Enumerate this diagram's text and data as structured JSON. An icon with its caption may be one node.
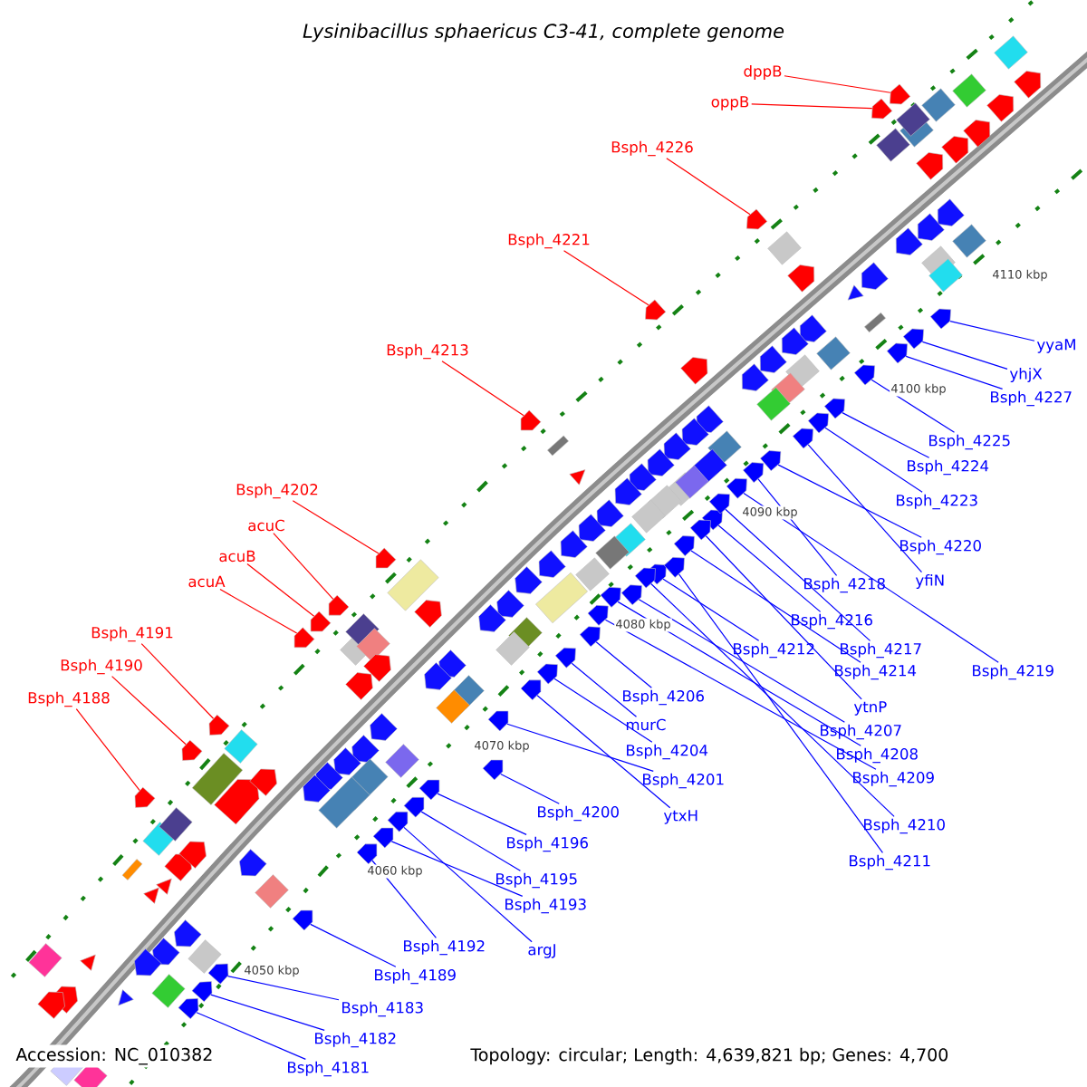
{
  "diagram": {
    "title": "Lysinibacillus sphaericus C3-41, complete genome",
    "nodes": [
      {
        "text": [
          "dppB"
        ]
      },
      {
        "text": [
          "oppB"
        ]
      },
      {
        "text": [
          "Bsph_4226"
        ]
      },
      {
        "text": [
          "Bsph_4221"
        ]
      },
      {
        "text": [
          "Bsph_4213"
        ]
      },
      {
        "text": [
          "Bsph_4202"
        ]
      },
      {
        "text": [
          "acuC"
        ]
      },
      {
        "text": [
          "acuB"
        ]
      },
      {
        "text": [
          "acuA"
        ]
      },
      {
        "text": [
          "Bsph_4191"
        ]
      },
      {
        "text": [
          "Bsph_4190"
        ]
      },
      {
        "text": [
          "Bsph_4188"
        ]
      },
      {
        "text": [
          "yyaM"
        ]
      },
      {
        "text": [
          "yhjX"
        ]
      },
      {
        "text": [
          "Bsph_4227"
        ]
      },
      {
        "text": [
          "Bsph_4225"
        ]
      },
      {
        "text": [
          "Bsph_4224"
        ]
      },
      {
        "text": [
          "Bsph_4223"
        ]
      },
      {
        "text": [
          "Bsph_4220"
        ]
      },
      {
        "text": [
          "yfiN"
        ]
      },
      {
        "text": [
          "Bsph_4218"
        ]
      },
      {
        "text": [
          "Bsph_4216"
        ]
      },
      {
        "text": [
          "Bsph_4217"
        ]
      },
      {
        "text": [
          "Bsph_4212"
        ]
      },
      {
        "text": [
          "Bsph_4219"
        ]
      },
      {
        "text": [
          "Bsph_4214"
        ]
      },
      {
        "text": [
          "Bsph_4206"
        ]
      },
      {
        "text": [
          "ytnP"
        ]
      },
      {
        "text": [
          "murC"
        ]
      },
      {
        "text": [
          "Bsph_4207"
        ]
      },
      {
        "text": [
          "Bsph_4204"
        ]
      },
      {
        "text": [
          "Bsph_4208"
        ]
      },
      {
        "text": [
          "Bsph_4201"
        ]
      },
      {
        "text": [
          "Bsph_4209"
        ]
      },
      {
        "text": [
          "Bsph_4200"
        ]
      },
      {
        "text": [
          "ytxH"
        ]
      },
      {
        "text": [
          "Bsph_4210"
        ]
      },
      {
        "text": [
          "Bsph_4196"
        ]
      },
      {
        "text": [
          "Bsph_4211"
        ]
      },
      {
        "text": [
          "Bsph_4195"
        ]
      },
      {
        "text": [
          "Bsph_4193"
        ]
      },
      {
        "text": [
          "Bsph_4192"
        ]
      },
      {
        "text": [
          "argJ"
        ]
      },
      {
        "text": [
          "Bsph_4189"
        ]
      },
      {
        "text": [
          "Bsph_4183"
        ]
      },
      {
        "text": [
          "Bsph_4182"
        ]
      },
      {
        "text": [
          "Bsph_4181"
        ]
      },
      {
        "text": [],
        "shape": "arrow"
      },
      {
        "text": [],
        "shape": "arrow"
      },
      {
        "text": [],
        "shape": "arrow"
      },
      {
        "text": [],
        "shape": "arrow"
      },
      {
        "text": [],
        "shape": "arrow"
      },
      {
        "text": [],
        "shape": "arrow"
      },
      {
        "text": [],
        "shape": "arrow"
      },
      {
        "text": [],
        "shape": "arrow"
      },
      {
        "text": [],
        "shape": "arrow"
      },
      {
        "text": [],
        "shape": "arrow"
      },
      {
        "text": [],
        "shape": "arrow"
      },
      {
        "text": [],
        "shape": "arrow"
      },
      {
        "text": [],
        "shape": "arrow"
      },
      {
        "text": [],
        "shape": "arrow"
      },
      {
        "text": [],
        "shape": "arrow"
      },
      {
        "text": [],
        "shape": "arrow"
      },
      {
        "text": [],
        "shape": "arrow"
      },
      {
        "text": [],
        "shape": "arrow"
      },
      {
        "text": [],
        "shape": "arrow"
      },
      {
        "text": [],
        "shape": "arrow"
      },
      {
        "text": [],
        "shape": "arrow"
      },
      {
        "text": [],
        "shape": "arrow"
      },
      {
        "text": [],
        "shape": "arrow"
      },
      {
        "text": [],
        "shape": "arrow"
      },
      {
        "text": [],
        "shape": "arrow"
      },
      {
        "text": [],
        "shape": "arrow"
      },
      {
        "text": [],
        "shape": "arrow"
      },
      {
        "text": [],
        "shape": "arrow"
      },
      {
        "text": [],
        "shape": "arrow"
      },
      {
        "text": [],
        "shape": "arrow"
      },
      {
        "text": [],
        "shape": "arrow"
      },
      {
        "text": [],
        "shape": "arrow"
      },
      {
        "text": [],
        "shape": "arrow"
      },
      {
        "text": [],
        "shape": "arrow"
      },
      {
        "text": [],
        "shape": "arrow"
      },
      {
        "text": [],
        "shape": "arrow"
      },
      {
        "text": [],
        "shape": "arrow"
      },
      {
        "text": [],
        "shape": "arrow"
      },
      {
        "text": [],
        "shape": "arrow"
      },
      {
        "text": [],
        "shape": "arrow"
      },
      {
        "text": [],
        "shape": "arrow"
      },
      {
        "text": [],
        "shape": "arrow"
      },
      {
        "text": [],
        "shape": "arrow"
      },
      {
        "text": [],
        "shape": "arrow"
      },
      {
        "text": [],
        "shape": "arrow"
      },
      {
        "text": [],
        "shape": "arrow"
      },
      {
        "text": [],
        "shape": "arrow"
      }
    ],
    "edges": [
      {
        "from": 0,
        "to": 47,
        "arrow": "none",
        "color": "#ff0000"
      },
      {
        "from": 1,
        "to": 48,
        "arrow": "none",
        "color": "#ff0000"
      },
      {
        "from": 2,
        "to": 49,
        "arrow": "none",
        "color": "#ff0000"
      },
      {
        "from": 3,
        "to": 50,
        "arrow": "none",
        "color": "#ff0000"
      },
      {
        "from": 4,
        "to": 51,
        "arrow": "none",
        "color": "#ff0000"
      },
      {
        "from": 5,
        "to": 52,
        "arrow": "none",
        "color": "#ff0000"
      },
      {
        "from": 6,
        "to": 53,
        "arrow": "none",
        "color": "#ff0000"
      },
      {
        "from": 7,
        "to": 54,
        "arrow": "none",
        "color": "#ff0000"
      },
      {
        "from": 8,
        "to": 55,
        "arrow": "none",
        "color": "#ff0000"
      },
      {
        "from": 9,
        "to": 56,
        "arrow": "none",
        "color": "#ff0000"
      },
      {
        "from": 10,
        "to": 57,
        "arrow": "none",
        "color": "#ff0000"
      },
      {
        "from": 11,
        "to": 58,
        "arrow": "none",
        "color": "#ff0000"
      },
      {
        "from": 12,
        "to": 59,
        "arrow": "none"
      },
      {
        "from": 13,
        "to": 60,
        "arrow": "none"
      },
      {
        "from": 14,
        "to": 61,
        "arrow": "none"
      },
      {
        "from": 15,
        "to": 62,
        "arrow": "none"
      },
      {
        "from": 16,
        "to": 63,
        "arrow": "none"
      },
      {
        "from": 17,
        "to": 64,
        "arrow": "none"
      },
      {
        "from": 18,
        "to": 65,
        "arrow": "none"
      },
      {
        "from": 19,
        "to": 66,
        "arrow": "none"
      },
      {
        "from": 20,
        "to": 67,
        "arrow": "none"
      },
      {
        "from": 21,
        "to": 68,
        "arrow": "none"
      },
      {
        "from": 22,
        "to": 69,
        "arrow": "none"
      },
      {
        "from": 23,
        "to": 70,
        "arrow": "none"
      },
      {
        "from": 24,
        "to": 71,
        "arrow": "none"
      },
      {
        "from": 25,
        "to": 72,
        "arrow": "none"
      },
      {
        "from": 26,
        "to": 73,
        "arrow": "none"
      },
      {
        "from": 27,
        "to": 74,
        "arrow": "none"
      },
      {
        "from": 28,
        "to": 75,
        "arrow": "none"
      },
      {
        "from": 29,
        "to": 76,
        "arrow": "none"
      },
      {
        "from": 30,
        "to": 77,
        "arrow": "none"
      },
      {
        "from": 31,
        "to": 78,
        "arrow": "none"
      },
      {
        "from": 32,
        "to": 79,
        "arrow": "none"
      },
      {
        "from": 33,
        "to": 80,
        "arrow": "none"
      },
      {
        "from": 34,
        "to": 81,
        "arrow": "none"
      },
      {
        "from": 35,
        "to": 82,
        "arrow": "none"
      },
      {
        "from": 36,
        "to": 83,
        "arrow": "none"
      },
      {
        "from": 37,
        "to": 84,
        "arrow": "none"
      },
      {
        "from": 38,
        "to": 85,
        "arrow": "none"
      },
      {
        "from": 39,
        "to": 86,
        "arrow": "none"
      },
      {
        "from": 40,
        "to": 87,
        "arrow": "none"
      },
      {
        "from": 41,
        "to": 88,
        "arrow": "none"
      },
      {
        "from": 42,
        "to": 89,
        "arrow": "none"
      },
      {
        "from": 43,
        "to": 90,
        "arrow": "none"
      },
      {
        "from": 44,
        "to": 91,
        "arrow": "none"
      },
      {
        "from": 45,
        "to": 92,
        "arrow": "none"
      },
      {
        "from": 46,
        "to": 93,
        "arrow": "none"
      }
    ],
    "labels": [
      "4110 kbp",
      "4100 kbp",
      "4090 kbp",
      "4080 kbp",
      "4070 kbp",
      "4060 kbp",
      "4050 kbp",
      "Accession: NC_010382",
      "Topology: circular; Length: 4,639,821 bp; Genes: 4,700"
    ]
  }
}
